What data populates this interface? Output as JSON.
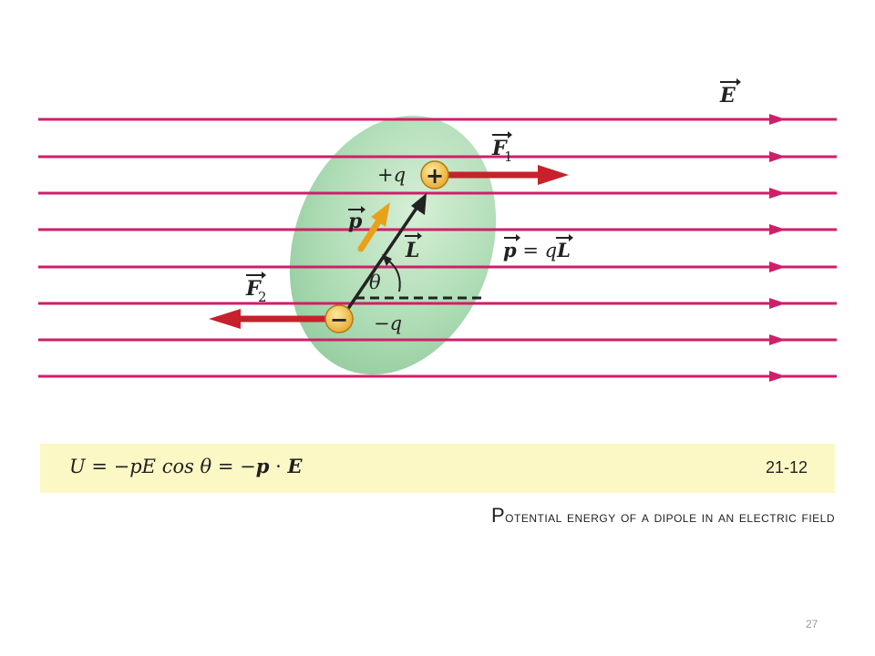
{
  "diagram": {
    "field_label": "E",
    "force1_label": "F",
    "force1_subscript": "1",
    "force2_label": "F",
    "force2_subscript": "2",
    "plus_charge_label": "+q",
    "minus_charge_label": "−q",
    "plus_symbol": "+",
    "minus_symbol": "−",
    "dipole_label": "p",
    "separation_label": "L",
    "angle_label": "θ",
    "relation_lhs": "p",
    "relation_eq": " = q",
    "relation_rhs": "L",
    "colors": {
      "field_lines": "#cf1f6a",
      "body": "#a8d8b0",
      "force_arrows": "#c8202c",
      "dipole_moment": "#e8a21a",
      "charges": "#f2c24a"
    }
  },
  "equation": {
    "text": "U = −pE cos θ = −",
    "p": "p",
    "dot": " · ",
    "e": "E",
    "number": "21-12"
  },
  "caption": {
    "first_letter": "P",
    "rest": "otential energy of a dipole in an electric field"
  },
  "slide_number": "27"
}
